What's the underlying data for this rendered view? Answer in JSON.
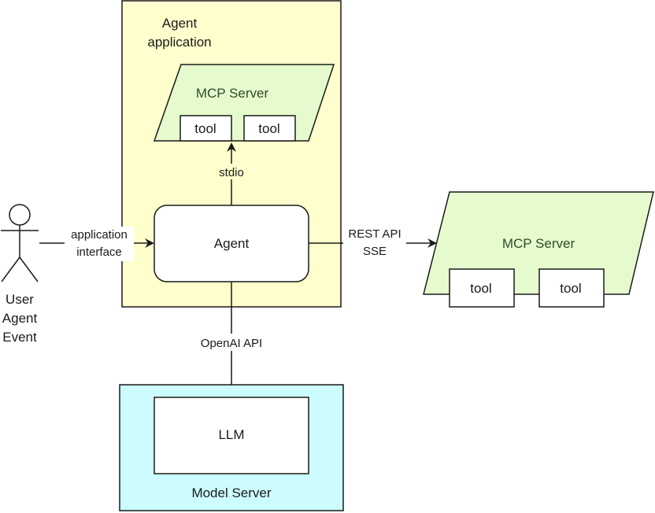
{
  "colors": {
    "agent_app_fill": "#fffecd",
    "mcp_fill": "#e6fbcd",
    "model_server_fill": "#ccfcfe",
    "stroke": "#1a1a1a",
    "box_fill": "#ffffff"
  },
  "actor": {
    "label_lines": [
      "User",
      "Agent",
      "Event"
    ]
  },
  "agent_application": {
    "title_lines": [
      "Agent",
      "application"
    ],
    "mcp_server": {
      "label": "MCP Server",
      "tools": [
        "tool",
        "tool"
      ]
    },
    "agent": {
      "label": "Agent"
    }
  },
  "remote_mcp_server": {
    "label": "MCP Server",
    "tools": [
      "tool",
      "tool"
    ]
  },
  "model_server": {
    "label": "Model Server",
    "llm": {
      "label": "LLM"
    }
  },
  "edges": {
    "application_interface": [
      "application",
      "interface"
    ],
    "stdio": "stdio",
    "rest_api": [
      "REST API",
      "SSE"
    ],
    "openai_api": "OpenAI API"
  }
}
